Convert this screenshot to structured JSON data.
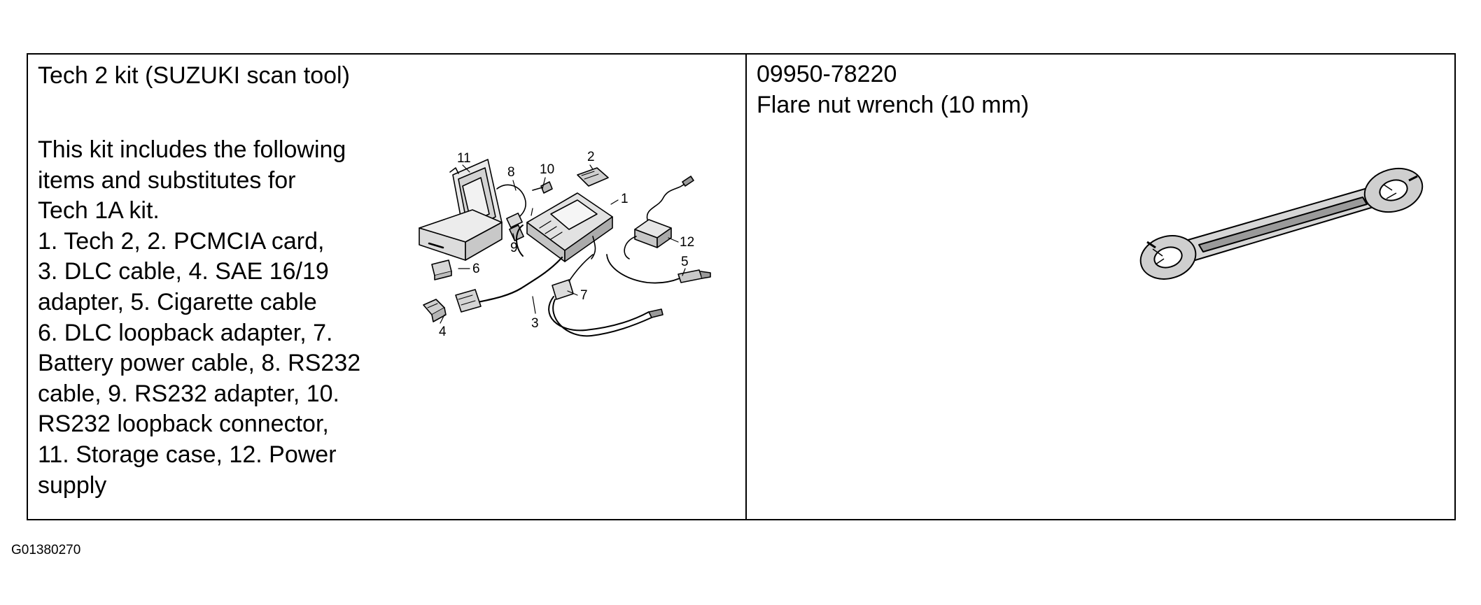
{
  "left_cell": {
    "title": "Tech 2 kit (SUZUKI scan tool)",
    "description_lines": [
      "This kit includes the following",
      "items and substitutes for",
      "Tech 1A kit.",
      "1. Tech 2, 2. PCMCIA card,",
      "3. DLC cable, 4. SAE 16/19",
      "adapter, 5. Cigarette cable",
      "6. DLC loopback adapter, 7.",
      "Battery power cable, 8. RS232",
      "cable, 9. RS232 adapter, 10.",
      "RS232 loopback connector,",
      "11. Storage case, 12. Power",
      "supply"
    ],
    "callouts": [
      "1",
      "2",
      "3",
      "4",
      "5",
      "6",
      "7",
      "8",
      "9",
      "10",
      "11",
      "12"
    ]
  },
  "right_cell": {
    "part_number": "09950-78220",
    "tool_name": "Flare nut wrench (10 mm)"
  },
  "figure_code": "G01380270"
}
